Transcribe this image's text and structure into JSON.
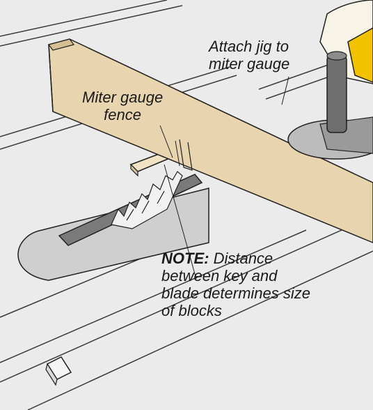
{
  "labels": {
    "attach_jig": [
      "Attach jig to",
      "miter gauge"
    ],
    "miter_fence": [
      "Miter gauge",
      "fence"
    ],
    "note_prefix": "NOTE:",
    "note_lines": [
      "Distance",
      "between key and",
      "blade determines size",
      "of blocks"
    ]
  },
  "colors": {
    "table_top": "#ebebeb",
    "insert_plate": "#cfcfcf",
    "blade_slot": "#7a7a7a",
    "fence_wood": "#e8d5b0",
    "glove": "#f7f3e6",
    "handle": "#f2c200",
    "knob": "#6e6e6e",
    "outline": "#1f1f1f"
  },
  "icons": [
    "glove-hand-icon",
    "miter-gauge-knob-icon",
    "saw-blade-icon"
  ]
}
